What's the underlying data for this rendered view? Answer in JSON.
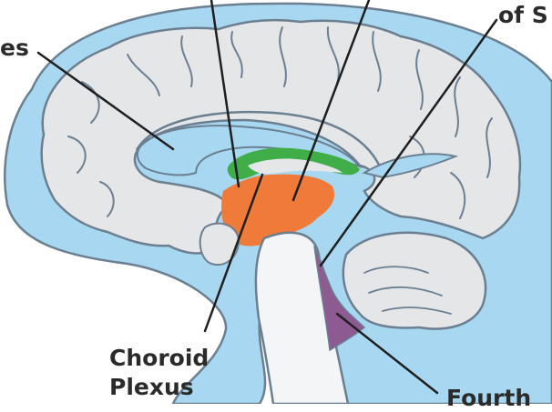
{
  "labels": {
    "left_partial": "es",
    "top_right_partial": "of S",
    "choroid_line1": "Choroid",
    "choroid_line2": "Plexus",
    "bottom_right_partial": "Fourth"
  },
  "colors": {
    "csf_blue": "#a8d8f1",
    "outline": "#6b7f90",
    "brain_tissue": "#e4e6e8",
    "brainstem": "#f3f5f7",
    "ventricle_green": "#3fae49",
    "ventricle_orange": "#f07a3a",
    "aqueduct_purple": "#8e5a92",
    "label_text": "#2b2b2b",
    "leader_line": "#1f1f1f"
  }
}
